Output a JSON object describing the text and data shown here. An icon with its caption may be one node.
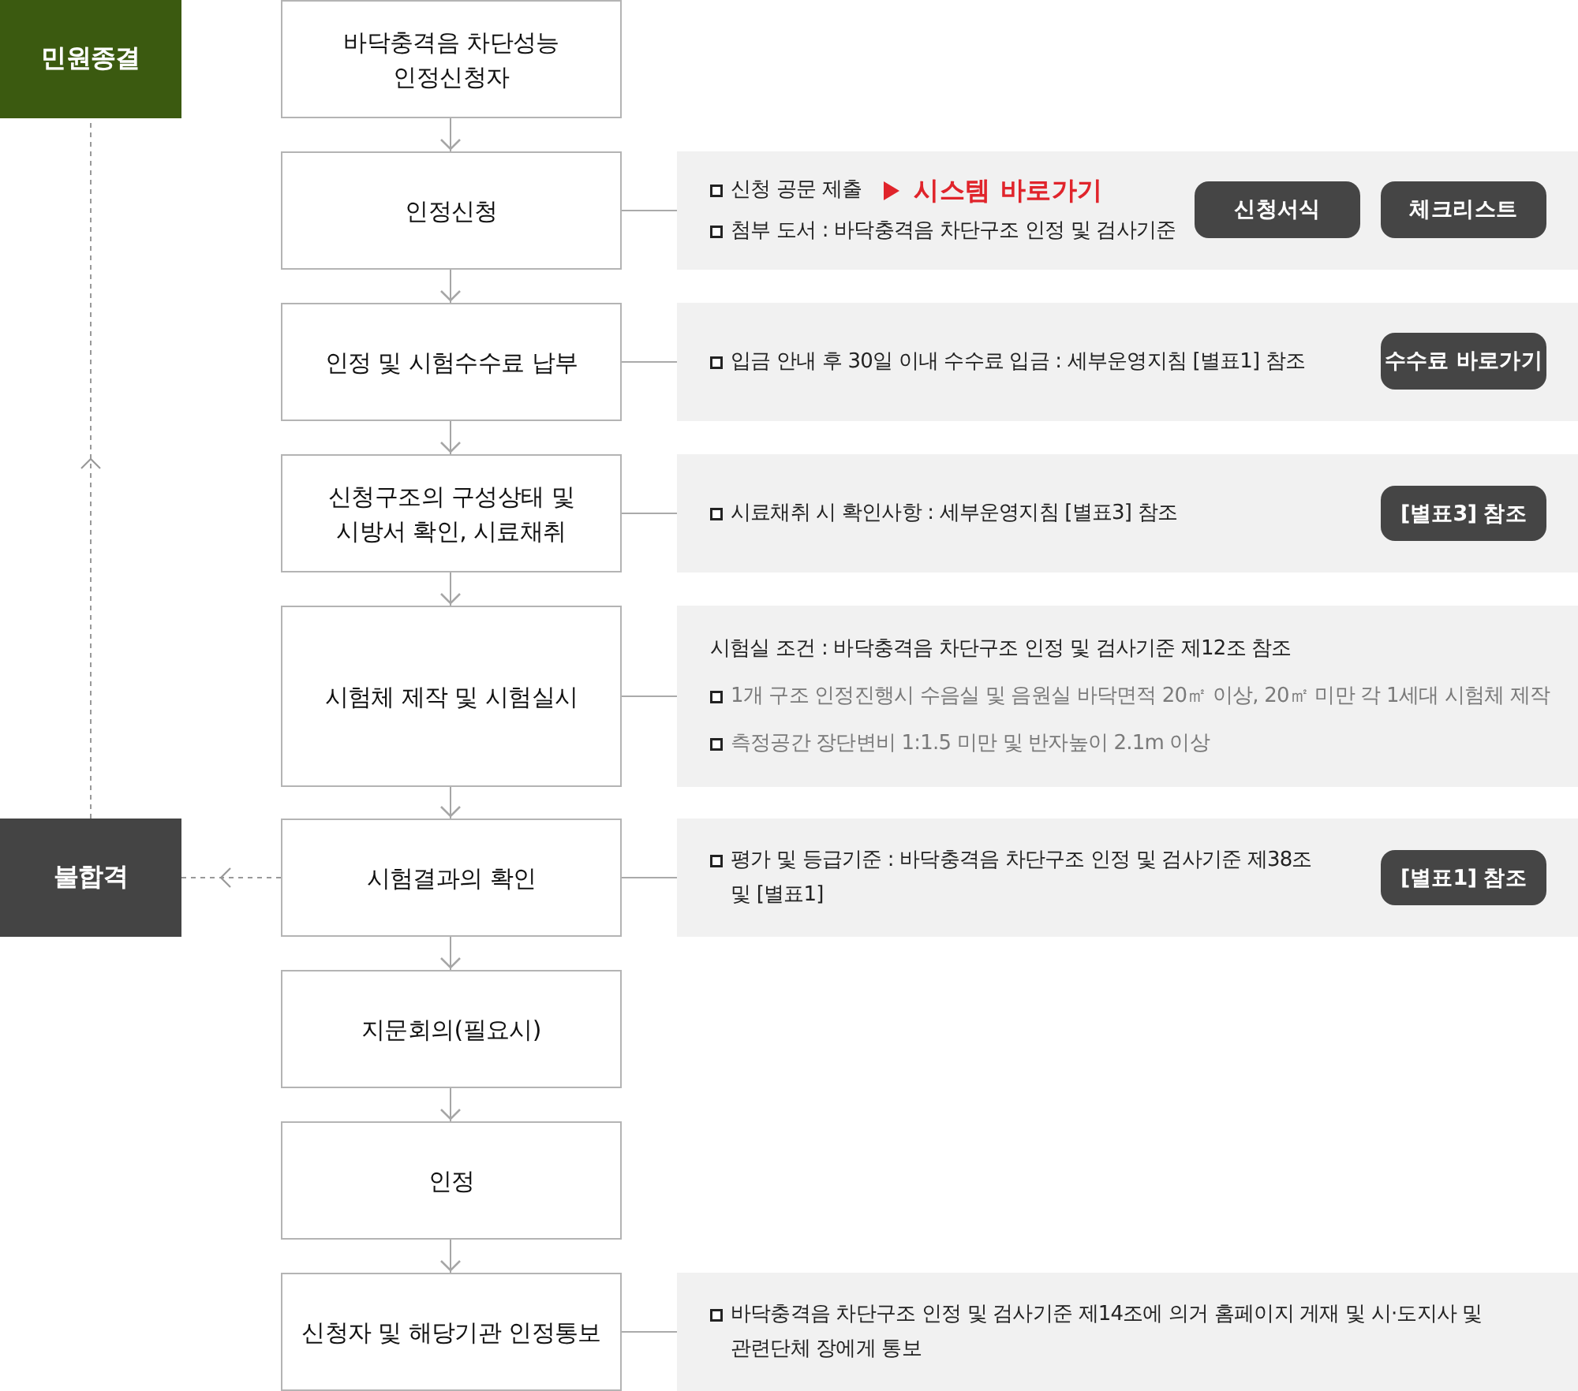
{
  "diagram": {
    "nodes": [
      {
        "text": [
          "민원종결"
        ]
      },
      {
        "text": [
          "바닥충격음 차단성능 인정신청자"
        ]
      },
      {
        "text": [
          "인정신청"
        ]
      },
      {
        "text": [
          "신청 공문 제출",
          "시스템 바로가기",
          "첨부 도서 : 바닥충격음 차단구조 인정 및 검사기준"
        ]
      },
      {
        "text": [
          "신청서식"
        ],
        "in": 3
      },
      {
        "text": [
          "체크리스트"
        ],
        "in": 3
      },
      {
        "text": [
          "인정 및 시험수수료 납부"
        ]
      },
      {
        "text": [
          "입금 안내 후 30일 이내 수수료 입금 : 세부운영지침 [별표1] 참조"
        ]
      },
      {
        "text": [
          "수수료 바로가기"
        ],
        "in": 7
      },
      {
        "text": [
          "신청구조의 구성상태 및 시방서 확인, 시료채취"
        ]
      },
      {
        "text": [
          "시료채취 시 확인사항 : 세부운영지침 [별표3] 참조"
        ]
      },
      {
        "text": [
          "[별표3] 참조"
        ],
        "in": 10
      },
      {
        "text": [
          "시험체 제작 및 시험실시"
        ]
      },
      {
        "text": [
          "시험실 조건 : 바닥충격음 차단구조 인정 및 검사기준 제12조 참조",
          "1개 구조 인정진행시 수음실 및 음원실 바닥면적 20㎡ 이상, 20㎡ 미만 각 1세대 시험체 제작",
          "측정공간 장단변비 1:1.5 미만 및 반자높이 2.1m 이상"
        ]
      },
      {
        "text": [
          "불합격"
        ]
      },
      {
        "text": [
          "시험결과의 확인"
        ]
      },
      {
        "text": [
          "평가 및 등급기준 : 바닥충격음 차단구조 인정 및 검사기준 제38조 및 [별표1]"
        ]
      },
      {
        "text": [
          "[별표1] 참조"
        ],
        "in": 16
      },
      {
        "text": [
          "지문회의(필요시)"
        ]
      },
      {
        "text": [
          "인정"
        ]
      },
      {
        "text": [
          "신청자 및 해당기관 인정통보"
        ]
      },
      {
        "text": [
          "바닥충격음 차단구조 인정 및 검사기준 제14조에 의거 홈페이지 게재 및 시·도지사 및 관련단체 장에게 통보"
        ]
      }
    ],
    "edges": [
      {
        "from": 1,
        "to": 2,
        "arrow": "to"
      },
      {
        "from": 2,
        "to": 6,
        "arrow": "to"
      },
      {
        "from": 6,
        "to": 9,
        "arrow": "to"
      },
      {
        "from": 9,
        "to": 12,
        "arrow": "to"
      },
      {
        "from": 12,
        "to": 15,
        "arrow": "to"
      },
      {
        "from": 15,
        "to": 18,
        "arrow": "to"
      },
      {
        "from": 18,
        "to": 19,
        "arrow": "to"
      },
      {
        "from": 19,
        "to": 20,
        "arrow": "to"
      },
      {
        "from": 15,
        "to": 14,
        "arrow": "to",
        "style": "dashed"
      },
      {
        "from": 14,
        "to": 0,
        "arrow": "to",
        "style": "dashed"
      },
      {
        "from": 2,
        "to": 3,
        "arrow": "none"
      },
      {
        "from": 6,
        "to": 7,
        "arrow": "none"
      },
      {
        "from": 9,
        "to": 10,
        "arrow": "none"
      },
      {
        "from": 12,
        "to": 13,
        "arrow": "none"
      },
      {
        "from": 15,
        "to": 16,
        "arrow": "none"
      },
      {
        "from": 20,
        "to": 21,
        "arrow": "none"
      }
    ]
  }
}
